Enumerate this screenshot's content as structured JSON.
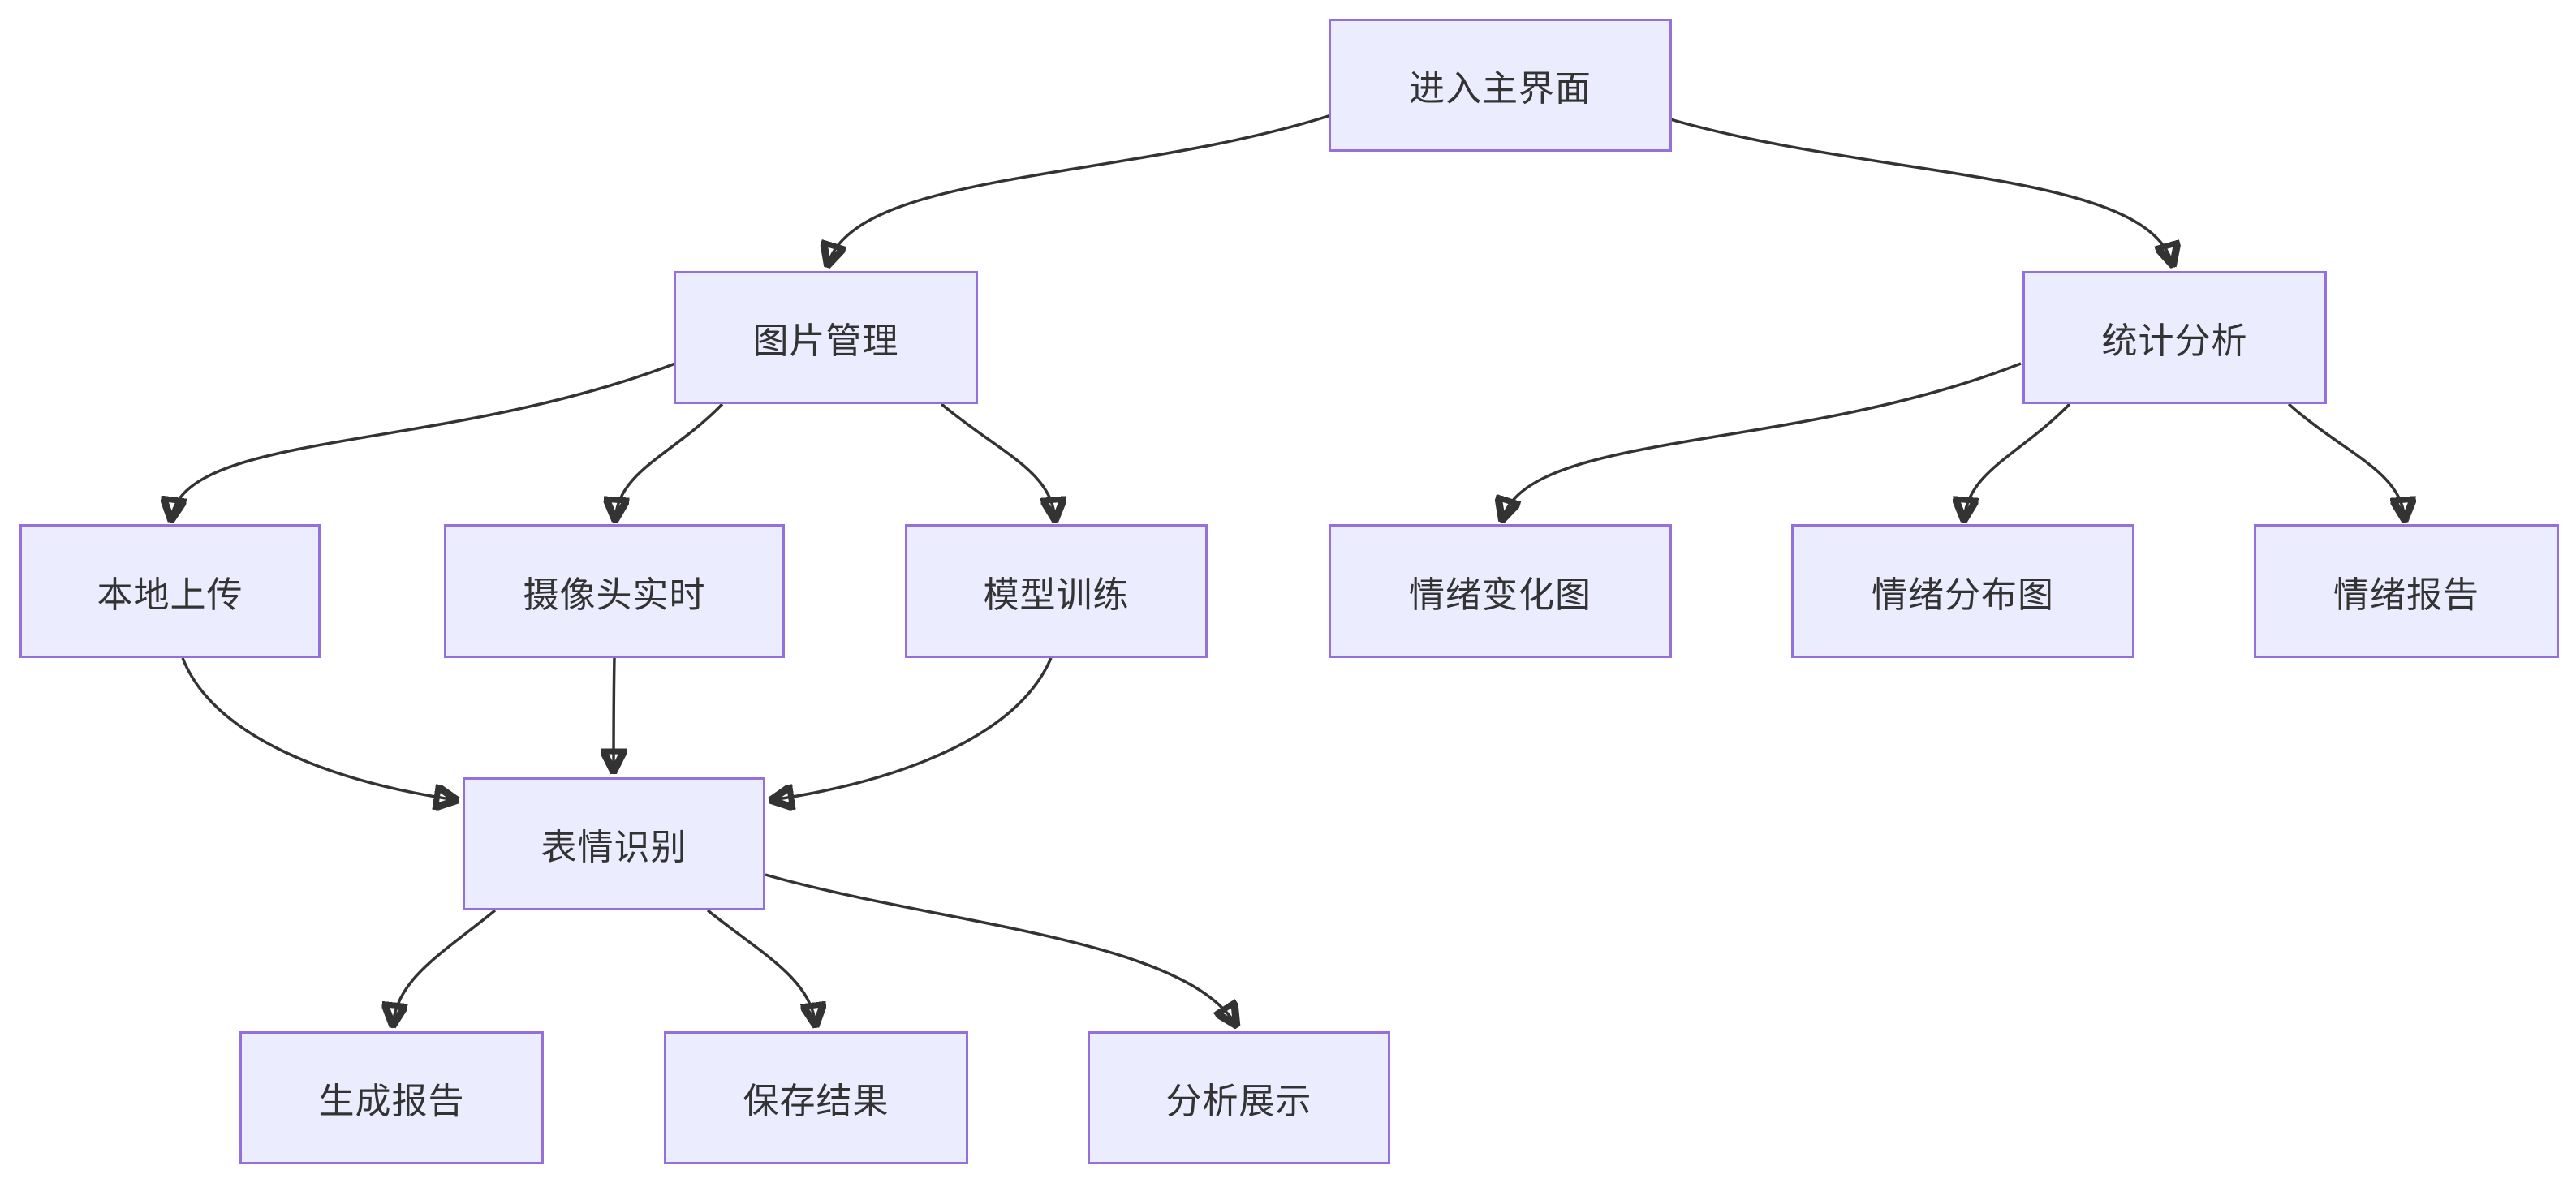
{
  "diagram": {
    "type": "flowchart",
    "direction": "top-down",
    "colors": {
      "node_fill": "#ECECFF",
      "node_border": "#9370DB",
      "edge": "#333333",
      "text": "#333333",
      "background": "#ffffff"
    },
    "nodes": [
      {
        "id": "enter-main-ui",
        "label": "进入主界面"
      },
      {
        "id": "image-management",
        "label": "图片管理"
      },
      {
        "id": "statistics-analysis",
        "label": "统计分析"
      },
      {
        "id": "local-upload",
        "label": "本地上传"
      },
      {
        "id": "camera-realtime",
        "label": "摄像头实时"
      },
      {
        "id": "model-training",
        "label": "模型训练"
      },
      {
        "id": "emotion-change-chart",
        "label": "情绪变化图"
      },
      {
        "id": "emotion-distribution-chart",
        "label": "情绪分布图"
      },
      {
        "id": "emotion-report",
        "label": "情绪报告"
      },
      {
        "id": "expression-recognition",
        "label": "表情识别"
      },
      {
        "id": "generate-report",
        "label": "生成报告"
      },
      {
        "id": "save-results",
        "label": "保存结果"
      },
      {
        "id": "analysis-display",
        "label": "分析展示"
      }
    ],
    "edges": [
      {
        "from": "进入主界面",
        "to": "图片管理"
      },
      {
        "from": "进入主界面",
        "to": "统计分析"
      },
      {
        "from": "图片管理",
        "to": "本地上传"
      },
      {
        "from": "图片管理",
        "to": "摄像头实时"
      },
      {
        "from": "图片管理",
        "to": "模型训练"
      },
      {
        "from": "统计分析",
        "to": "情绪变化图"
      },
      {
        "from": "统计分析",
        "to": "情绪分布图"
      },
      {
        "from": "统计分析",
        "to": "情绪报告"
      },
      {
        "from": "本地上传",
        "to": "表情识别"
      },
      {
        "from": "摄像头实时",
        "to": "表情识别"
      },
      {
        "from": "模型训练",
        "to": "表情识别"
      },
      {
        "from": "表情识别",
        "to": "生成报告"
      },
      {
        "from": "表情识别",
        "to": "保存结果"
      },
      {
        "from": "表情识别",
        "to": "分析展示"
      }
    ]
  }
}
